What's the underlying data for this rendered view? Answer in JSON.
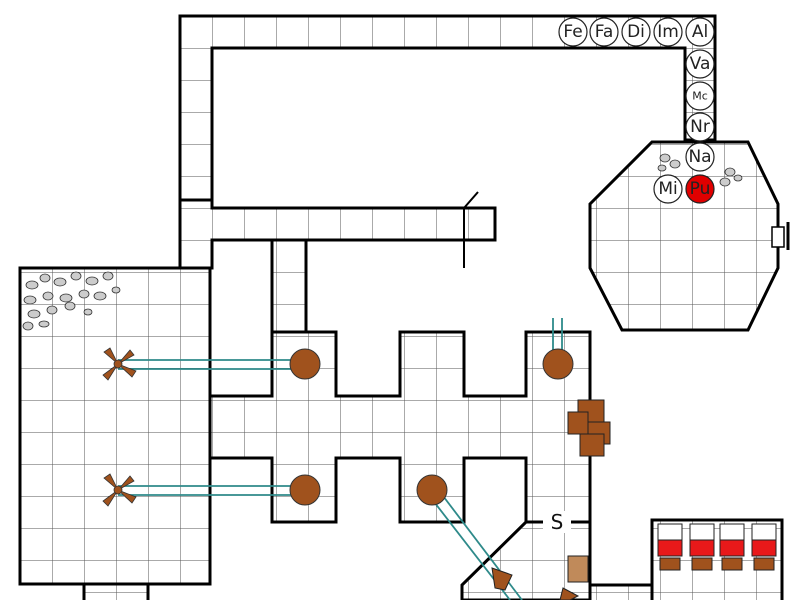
{
  "map": {
    "secret_door_label": "S",
    "tokens": [
      {
        "label": "Fe",
        "style": "white"
      },
      {
        "label": "Fa",
        "style": "white"
      },
      {
        "label": "Di",
        "style": "white"
      },
      {
        "label": "Im",
        "style": "white"
      },
      {
        "label": "Al",
        "style": "white"
      },
      {
        "label": "Va",
        "style": "white"
      },
      {
        "label": "Mc",
        "style": "white",
        "small": true
      },
      {
        "label": "Nr",
        "style": "white"
      },
      {
        "label": "Na",
        "style": "white"
      },
      {
        "label": "Mi",
        "style": "white"
      },
      {
        "label": "Pu",
        "style": "red"
      }
    ],
    "colors": {
      "wall": "#000000",
      "grid": "#555555",
      "pillar": "#a0521d",
      "rubble": "#cccccc",
      "pipe": "#2e8a8a",
      "bed": "#e8191a",
      "token_red": "#e00000"
    }
  }
}
